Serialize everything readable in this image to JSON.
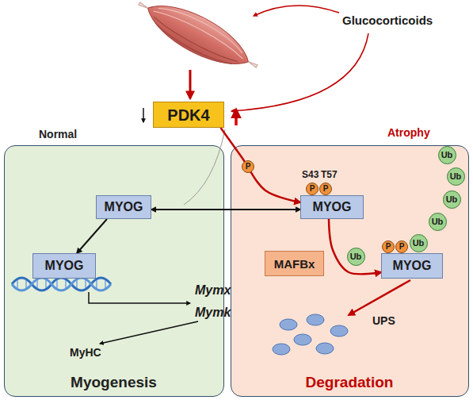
{
  "diagram": {
    "nodes": [
      {
        "text": [
          "PDK4"
        ]
      },
      {
        "text": [
          "Normal",
          "Myogenesis"
        ]
      },
      {
        "text": [
          "MYOG"
        ],
        "in": 1
      },
      {
        "text": [
          "MYOG"
        ],
        "in": 1
      },
      {
        "text": [
          "Atrophy",
          "Degradation"
        ]
      },
      {
        "text": [
          "P"
        ],
        "in": 4
      },
      {
        "text": [
          "P"
        ],
        "in": 4
      },
      {
        "text": [
          "P"
        ],
        "in": 4
      },
      {
        "text": [
          "MYOG"
        ],
        "in": 4
      },
      {
        "text": [
          "MAFBx"
        ],
        "in": 4
      },
      {
        "text": [
          "Ub"
        ],
        "in": 4
      },
      {
        "text": [
          "P"
        ],
        "in": 4
      },
      {
        "text": [
          "P"
        ],
        "in": 4
      },
      {
        "text": [
          "Ub"
        ],
        "in": 4
      },
      {
        "text": [
          "Ub"
        ],
        "in": 4
      },
      {
        "text": [
          "Ub"
        ],
        "in": 4
      },
      {
        "text": [
          "Ub"
        ],
        "in": 4
      },
      {
        "text": [
          "Ub"
        ],
        "in": 4
      },
      {
        "text": [
          "MYOG"
        ],
        "in": 4
      }
    ],
    "edges": [
      {
        "from": 0,
        "to": 8,
        "arrow": "to"
      },
      {
        "from": 2,
        "to": 8,
        "arrow": "both"
      },
      {
        "from": 2,
        "to": 3,
        "arrow": "to"
      },
      {
        "from": 8,
        "to": 18,
        "arrow": "to"
      }
    ],
    "labels": [
      "Glucocorticoids",
      "S43",
      "T57",
      "Mymx",
      "Mymk",
      "MyHC",
      "UPS"
    ]
  }
}
